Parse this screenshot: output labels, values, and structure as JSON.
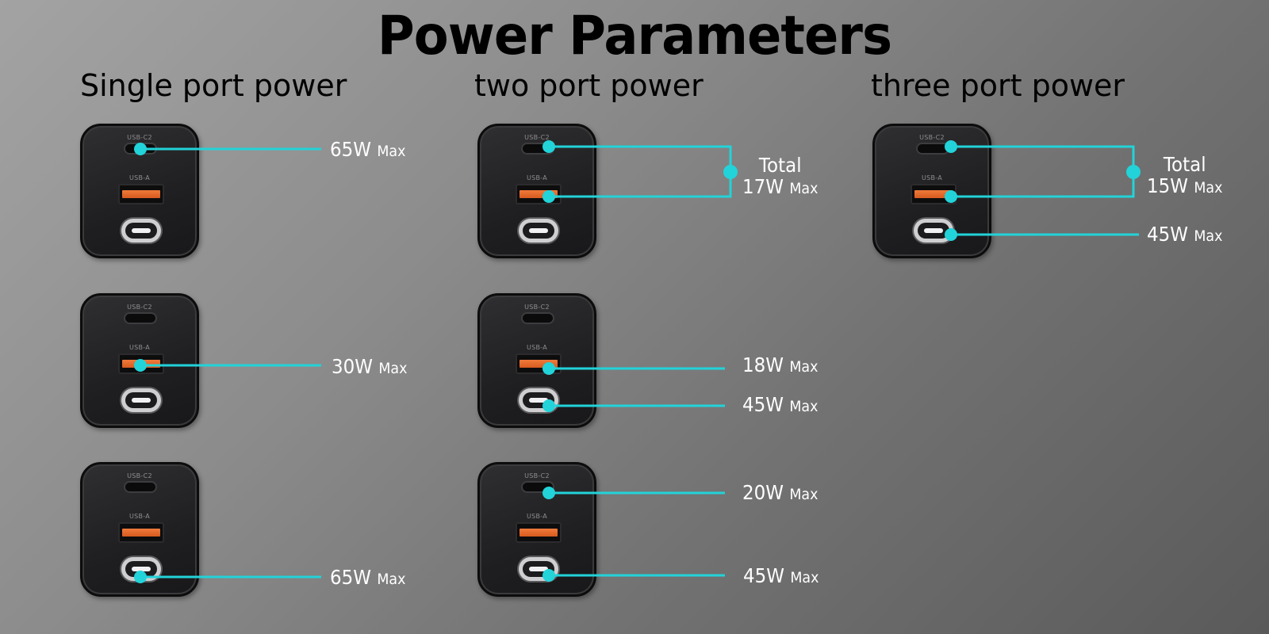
{
  "title": "Power Parameters",
  "sections": [
    {
      "title": "Single port power"
    },
    {
      "title": "two port power"
    },
    {
      "title": "three port power"
    }
  ],
  "port_labels": {
    "c2": "USB-C2",
    "a": "USB-A"
  },
  "max_word": "Max",
  "total_word": "Total",
  "values": {
    "single_c2": "65W",
    "single_a": "30W",
    "single_c1": "65W",
    "two_c2_a_total": "17W",
    "two_a": "18W",
    "two_c1_a": "45W",
    "two_c2": "20W",
    "two_c1_c2": "45W",
    "three_total": "15W",
    "three_c1": "45W"
  },
  "colors": {
    "connector": "#22d3d9",
    "usb_a_port": "#f07a3a"
  }
}
